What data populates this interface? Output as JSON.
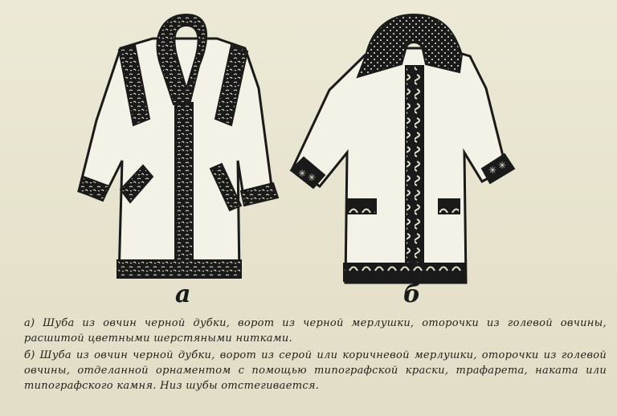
{
  "figure": {
    "label_a": "а",
    "label_b": "б",
    "colors": {
      "paper": "#e9e6d2",
      "ink": "#1a1a1a",
      "coat": "#f4f2e6"
    }
  },
  "caption": {
    "a": "а) Шуба из овчин черной дубки, ворот из черной мерлушки, оторочки из голевой овчины, расшитой цветными шерстяными нитками.",
    "b": "б) Шуба из овчин черной дубки, ворот из серой или коричневой мерлушки, оторочки из голевой овчины, отделанной орнаментом с помощью типографской краски, трафарета, наката или типографского камня. Низ шубы отстегивается."
  }
}
